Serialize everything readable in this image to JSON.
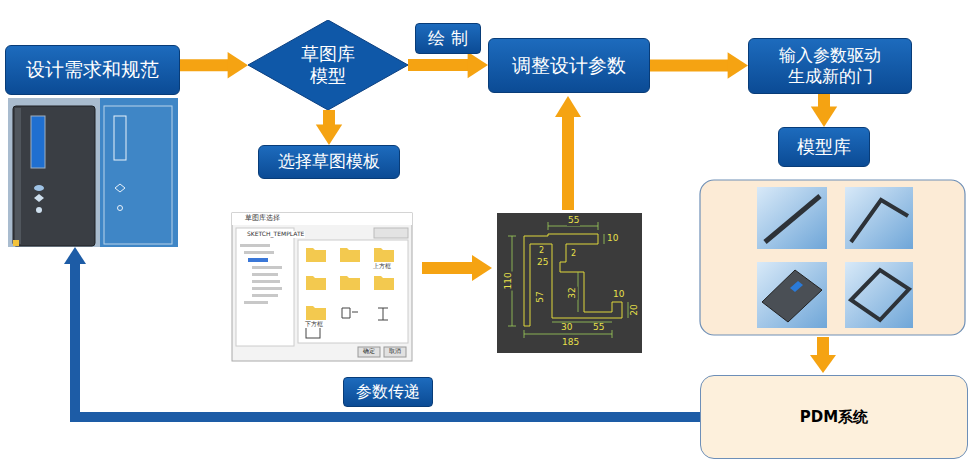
{
  "diagram": {
    "nodes": [
      {
        "text": [
          "设计需求和规范"
        ]
      },
      {
        "text": [
          "草图库 模型"
        ]
      },
      {
        "text": [
          "选择草图模板"
        ]
      },
      {
        "text": [
          "调整设计参数"
        ]
      },
      {
        "text": [
          "输入参数驱动 生成新的门"
        ]
      },
      {
        "text": [
          "模型库"
        ]
      },
      {
        "text": [
          "PDM系统"
        ]
      }
    ],
    "edges": [
      {
        "from": 0,
        "to": 1,
        "arrow": "to"
      },
      {
        "from": 1,
        "to": 3,
        "label": "绘 制",
        "arrow": "to"
      },
      {
        "from": 1,
        "to": 2,
        "arrow": "to"
      },
      {
        "from": 3,
        "to": 4,
        "arrow": "to"
      },
      {
        "from": 4,
        "to": 5,
        "arrow": "to"
      },
      {
        "from": 6,
        "to": 0,
        "label": "参数传递",
        "arrow": "to"
      }
    ],
    "labels": [
      "草图库选择",
      "SKETCH_TEMPLATE",
      "上方框",
      "下方框",
      "确定",
      "取消",
      "55",
      "10",
      "2",
      "2",
      "25",
      "110",
      "57",
      "32",
      "10",
      "20",
      "30",
      "55",
      "185"
    ]
  }
}
